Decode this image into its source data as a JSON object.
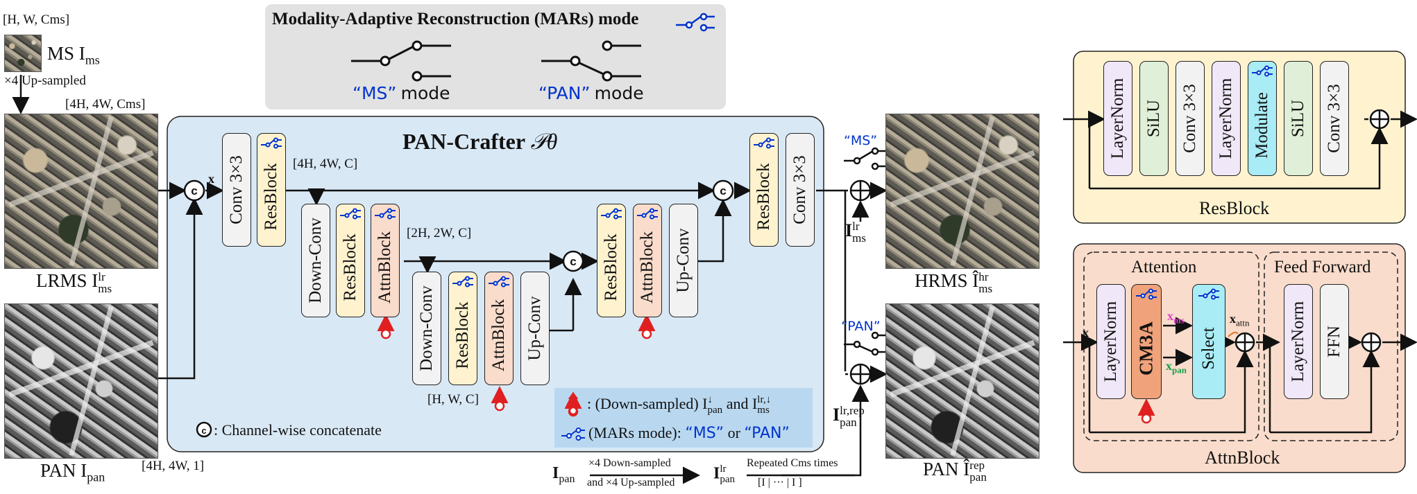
{
  "top_legend": {
    "title": "Modality-Adaptive Reconstruction (MARs) mode",
    "ms_mode_quote": "“MS”",
    "pan_mode_quote": "“PAN”",
    "mode_word": "mode"
  },
  "inputs": {
    "ms_shape": "[H, W, Cms]",
    "ms_label": "MS I",
    "ms_sub": "ms",
    "upsample_label": "×4 Up-sampled",
    "lrms_shape": "[4H, 4W, Cms]",
    "lrms_label": "LRMS I",
    "lrms_sup": "lr",
    "lrms_sub": "ms",
    "pan_label": "PAN I",
    "pan_sub": "pan",
    "pan_shape": "[4H, 4W, 1]"
  },
  "network": {
    "title": "PAN-Crafter",
    "title_symbol": "𝒫θ",
    "x_label": "x",
    "shape_level1": "[4H, 4W, C]",
    "shape_level2": "[2H, 2W, C]",
    "shape_level3": "[H, W, C]",
    "blocks": {
      "conv": "Conv 3×3",
      "resblock": "ResBlock",
      "downconv": "Down-Conv",
      "attnblock": "AttnBlock",
      "upconv": "Up-Conv"
    },
    "concat_legend": ": Channel-wise concatenate",
    "legend_downsampled": ": (Down-sampled) I",
    "legend_and": "and I",
    "legend_pan_sub": "pan",
    "legend_ms_sub": "ms",
    "legend_ms_sup": "lr,↓",
    "legend_pan_sup": "↓",
    "legend_mars": "(MARs mode):",
    "legend_ms_q": "“MS”",
    "legend_or": "or",
    "legend_pan_q": "“PAN”"
  },
  "outputs": {
    "ms_quote": "“MS”",
    "pan_quote": "“PAN”",
    "add_ms_label": "I",
    "add_ms_sup": "lr",
    "add_ms_sub": "ms",
    "add_pan_label": "I",
    "add_pan_sup": "lr,rep",
    "add_pan_sub": "pan",
    "hrms_label": "HRMS Î",
    "hrms_sup": "hr",
    "hrms_sub": "ms",
    "panrep_label": "PAN Î",
    "panrep_sup": "rep",
    "panrep_sub": "pan"
  },
  "bottom_chain": {
    "ipan": "I",
    "ipan_sub": "pan",
    "down_up_top": "×4 Down-sampled",
    "down_up_bottom": "and ×4 Up-sampled",
    "ipan_lr": "I",
    "ipan_lr_sup": "lr",
    "ipan_lr_sub": "pan",
    "repeated_top": "Repeated Cms times",
    "repeated_bottom": "[I | ··· | I ]"
  },
  "resblock_detail": {
    "title": "ResBlock",
    "items": [
      "LayerNorm",
      "SiLU",
      "Conv 3×3",
      "LayerNorm",
      "Modulate",
      "SiLU",
      "Conv 3×3"
    ]
  },
  "attnblock_detail": {
    "title": "AttnBlock",
    "attention_title": "Attention",
    "ff_title": "Feed Forward",
    "x_in": "x",
    "layernorm": "LayerNorm",
    "cm3a": "CM3A",
    "x_ms": "x",
    "x_ms_sub": "ms",
    "x_pan": "x",
    "x_pan_sub": "pan",
    "select": "Select",
    "x_attn": "x",
    "x_attn_sub": "attn",
    "ff_layernorm": "LayerNorm",
    "ffn": "FFN"
  },
  "colors": {
    "network_bg": "#d9e8f5",
    "legend_bg": "#e2e2e2",
    "resblock_bg": "#fff3cf",
    "attn_bg": "#f9dccb",
    "ms_pink": "#e040c8",
    "pan_green": "#1aa04a",
    "switch_blue": "#0033cc",
    "arrow_red": "#e02020"
  }
}
